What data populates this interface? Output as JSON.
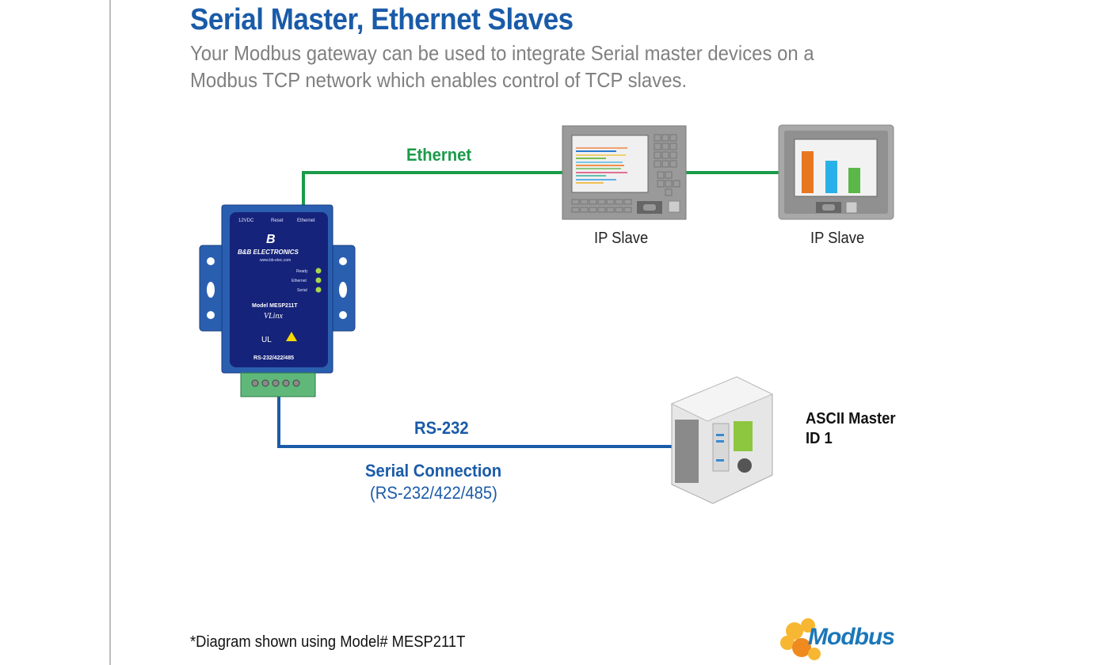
{
  "header": {
    "title": "Serial Master, Ethernet Slaves",
    "subtitle_line1": "Your Modbus gateway can be used to integrate Serial master devices on a",
    "subtitle_line2": "Modbus TCP network which enables control of TCP slaves."
  },
  "connections": {
    "ethernet_label": "Ethernet",
    "serial_label": "RS-232",
    "serial_connection_title": "Serial Connection",
    "serial_connection_types": "(RS-232/422/485)"
  },
  "gateway": {
    "brand": "B&B ELECTRONICS",
    "website": "www.bb-elec.com",
    "port_labels": [
      "12VDC",
      "Reset",
      "Ethernet"
    ],
    "led_labels": [
      "Ready",
      "Ethernet",
      "Serial"
    ],
    "model": "Model MESP211T",
    "product_line": "VLinx",
    "serial_type": "RS-232/422/485"
  },
  "devices": {
    "slave1_label": "IP Slave",
    "slave2_label": "IP Slave",
    "master_label_line1": "ASCII Master",
    "master_label_line2": "ID 1"
  },
  "footer": {
    "footnote": "*Diagram shown using Model# MESP211T",
    "logo_text": "Modbus"
  },
  "colors": {
    "title_blue": "#1a5ba8",
    "ethernet_green": "#1a9b49",
    "serial_blue": "#1a5ba8",
    "gateway_blue": "#1f3f9a"
  }
}
